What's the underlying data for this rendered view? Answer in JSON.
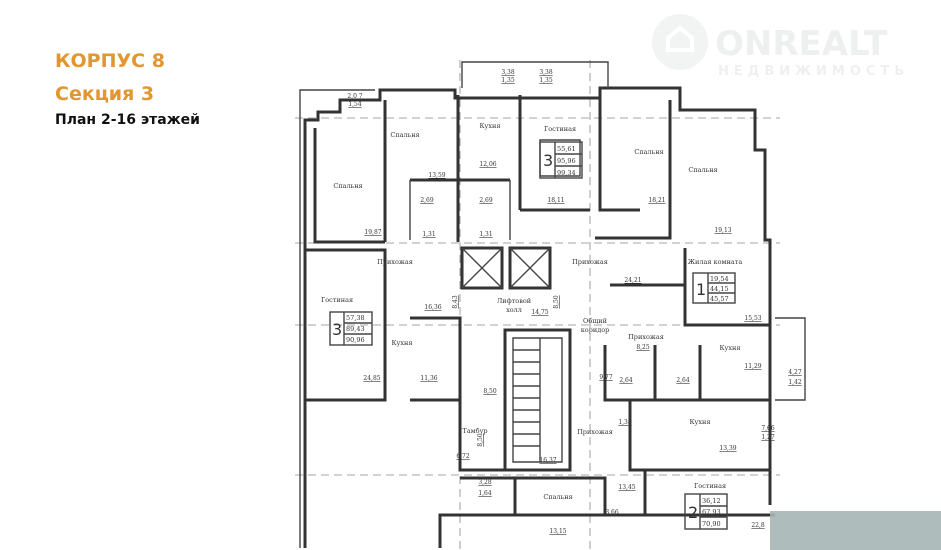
{
  "header": {
    "building": "КОРПУС 8",
    "section": "Секция 3",
    "plan": "План 2-16 этажей"
  },
  "watermark": {
    "brand": "ONREALT",
    "sub": "НЕДВИЖИМОСТЬ"
  },
  "rooms": {
    "bed1": "Спальня",
    "bed2": "Спальня",
    "kitchen_top": "Кухня",
    "living_top": "Гостиная",
    "bed3": "Спальня",
    "bed4": "Спальня",
    "living_left": "Гостиная",
    "hall_left": "Прихожая",
    "kitchen_left": "Кухня",
    "lift_hall_1": "Лифтовой",
    "lift_hall_2": "холл",
    "hall_mid": "Прихожая",
    "living_room_1": "Жилая комната",
    "corridor_1": "Общий",
    "corridor_2": "коридор",
    "hall_right": "Прихожая",
    "kitchen_right": "Кухня",
    "vestibule": "Тамбур",
    "hall_bottom": "Прихожая",
    "kitchen_bottom": "Кухня",
    "bed_bottom": "Спальня",
    "living_bottom": "Гостиная"
  },
  "areas": {
    "bed1": "19,87",
    "bed2": "13,59",
    "kitchen_top": "12,06",
    "living_top": "18,11",
    "bed3": "18,21",
    "bed4": "19,13",
    "bath1": "2,69",
    "bath2": "2,69",
    "wc1": "1,31",
    "wc2": "1,31",
    "balcony_tl_1": "2,0 7",
    "balcony_tl_2": "1,54",
    "balcony_t1a": "3,38",
    "balcony_t1b": "1,35",
    "balcony_t2a": "3,38",
    "balcony_t2b": "1,35",
    "living_left": "24,85",
    "hall_left": "16,36",
    "kitchen_left": "11,36",
    "lift_hall": "14,75",
    "lift_v1": "8,43",
    "lift_v2": "8,50",
    "hall_mid": "24,21",
    "living_room_1": "15,53",
    "hall_right": "8,25",
    "kitchen_right": "11,29",
    "bath3": "2,64",
    "bath4": "2,64",
    "corr_small": "9,77",
    "balcony_r1": "4,27",
    "balcony_r2": "1,42",
    "stair_v": "8,50",
    "vestibule": "6,72",
    "stair_hall": "16,37",
    "vest_v": "8,50",
    "wc3": "1,38",
    "kitchen_bottom": "13,39",
    "balcony_br1": "7,66",
    "balcony_br2": "1,27",
    "balcony_bl1": "3,28",
    "balcony_bl2": "1,64",
    "bed_bottom": "13,15",
    "hall_bottom": "13,45",
    "bath5": "3,66",
    "balcony_b": "22,8"
  },
  "apartments": [
    {
      "rooms": "3",
      "living": "55,61",
      "total": "95,96",
      "total_balcony": "99,34"
    },
    {
      "rooms": "3",
      "living": "57,38",
      "total": "89,43",
      "total_balcony": "90,96"
    },
    {
      "rooms": "1",
      "living": "19,54",
      "total": "44,15",
      "total_balcony": "45,57"
    },
    {
      "rooms": "2",
      "living": "36,12",
      "total": "67,93",
      "total_balcony": "70,90"
    }
  ],
  "colors": {
    "title_accent": "#e3962f",
    "corner_box": "#a5b5b5"
  }
}
